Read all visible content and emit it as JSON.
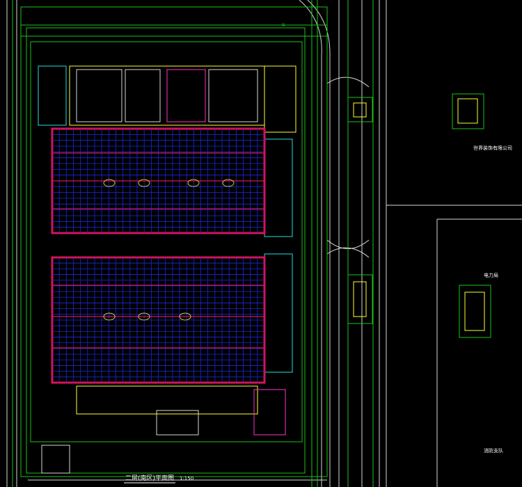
{
  "drawing": {
    "title": "二层(南区)平面图",
    "title_scale": "1:150",
    "north_mark": "①",
    "labels": {
      "company": "世界装饰有限公司",
      "power_bureau": "电力局",
      "fire_station": "消防支队"
    }
  },
  "colors": {
    "background": "#000000",
    "line_green": "#19c419",
    "line_white": "#d9d9d9",
    "column_red": "#d4145a",
    "grid_blue": "#1d28d6",
    "axis_magenta": "#ff33cc",
    "accent_yellow": "#ffff33",
    "accent_cyan": "#22e0e0"
  }
}
